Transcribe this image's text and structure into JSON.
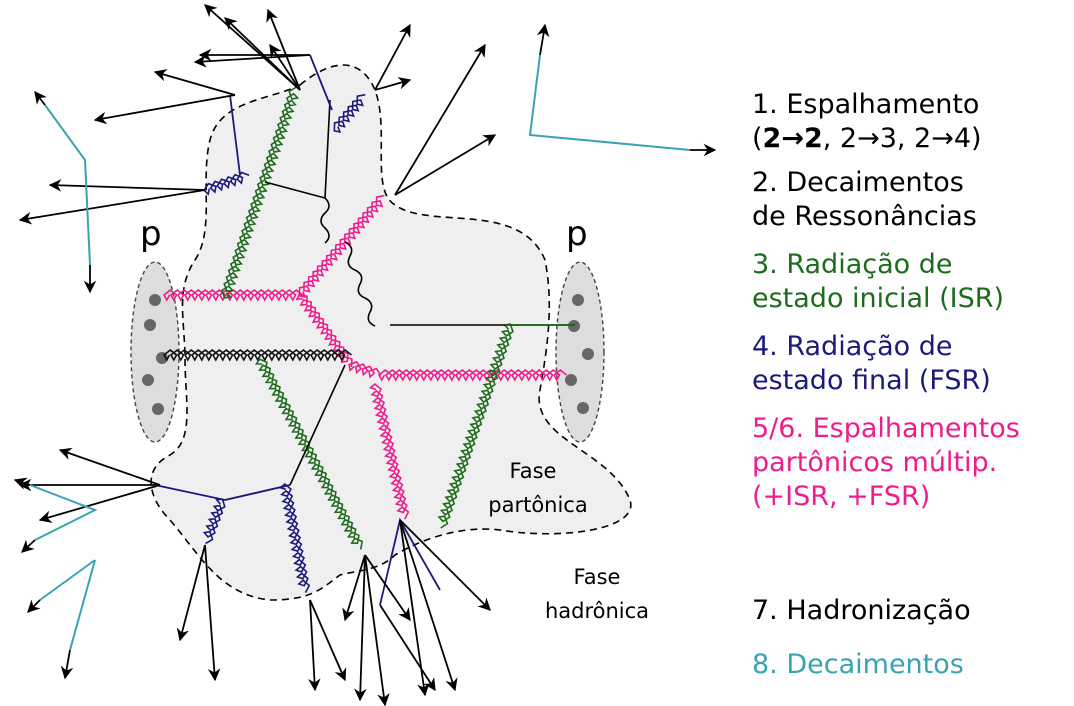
{
  "diagram": {
    "proton_left_label": "p",
    "proton_right_label": "p",
    "phase_partonic": [
      "Fase",
      "partônica"
    ],
    "phase_hadronic": [
      "Fase",
      "hadrônica"
    ]
  },
  "legend": [
    {
      "id": "1",
      "lines": [
        "1. Espalhamento",
        "(2→2, 2→3, 2→4)"
      ],
      "bold_prefix": "2→2",
      "color": "#000000"
    },
    {
      "id": "2",
      "lines": [
        "2. Decaimentos",
        "de Ressonâncias"
      ],
      "color": "#000000"
    },
    {
      "id": "3",
      "lines": [
        "3. Radiação de",
        "estado inicial (ISR)"
      ],
      "color": "#1e6b1e"
    },
    {
      "id": "4",
      "lines": [
        "4. Radiação de",
        "estado final (FSR)"
      ],
      "color": "#1a1a7a"
    },
    {
      "id": "5",
      "lines": [
        "5/6. Espalhamentos",
        "partônicos múltip.",
        "(+ISR, +FSR)"
      ],
      "color": "#ee1c8c"
    },
    {
      "id": "7",
      "lines": [
        "7. Hadronização"
      ],
      "color": "#000000"
    },
    {
      "id": "8",
      "lines": [
        "8. Decaimentos"
      ],
      "color": "#3aa3b3"
    }
  ],
  "colors": {
    "isr": "#1e6b1e",
    "fsr": "#1a1a7a",
    "mpi": "#ee1c8c",
    "decay": "#3aa3b3",
    "blob": "#f0f0f0"
  }
}
